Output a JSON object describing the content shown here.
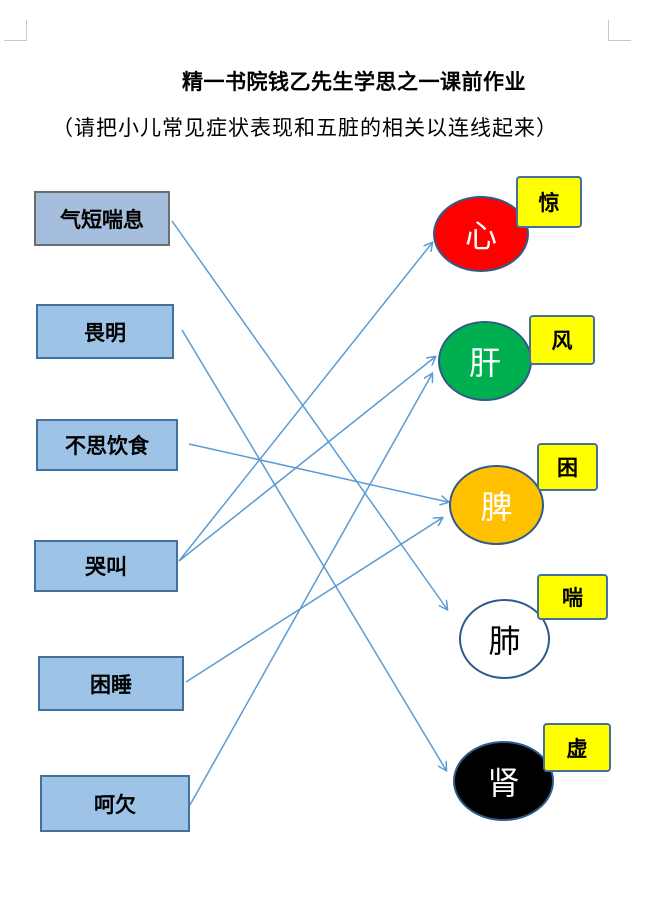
{
  "title": "精一书院钱乙先生学思之一课前作业",
  "subtitle": "（请把小儿常见症状表现和五脏的相关以连线起来）",
  "symptoms": [
    "气短喘息",
    "畏明",
    "不思饮食",
    "哭叫",
    "困睡",
    "呵欠"
  ],
  "organs": [
    {
      "label": "心",
      "color": "#ff0000"
    },
    {
      "label": "肝",
      "color": "#00b050"
    },
    {
      "label": "脾",
      "color": "#ffc000"
    },
    {
      "label": "肺",
      "color": "#ffffff"
    },
    {
      "label": "肾",
      "color": "#000000"
    }
  ],
  "tags": [
    "惊",
    "风",
    "困",
    "喘",
    "虚"
  ],
  "connections": [
    {
      "from": "气短喘息",
      "to": "肺"
    },
    {
      "from": "畏明",
      "to": "肾"
    },
    {
      "from": "不思饮食",
      "to": "脾"
    },
    {
      "from": "哭叫",
      "to": "心"
    },
    {
      "from": "哭叫",
      "to": "肝"
    },
    {
      "from": "困睡",
      "to": "脾"
    },
    {
      "from": "呵欠",
      "to": "肝"
    }
  ],
  "colors": {
    "line": "#5b9bd5",
    "box_fill": "#9dc3e6",
    "box_border": "#41719c",
    "tag_fill": "#ffff00"
  }
}
